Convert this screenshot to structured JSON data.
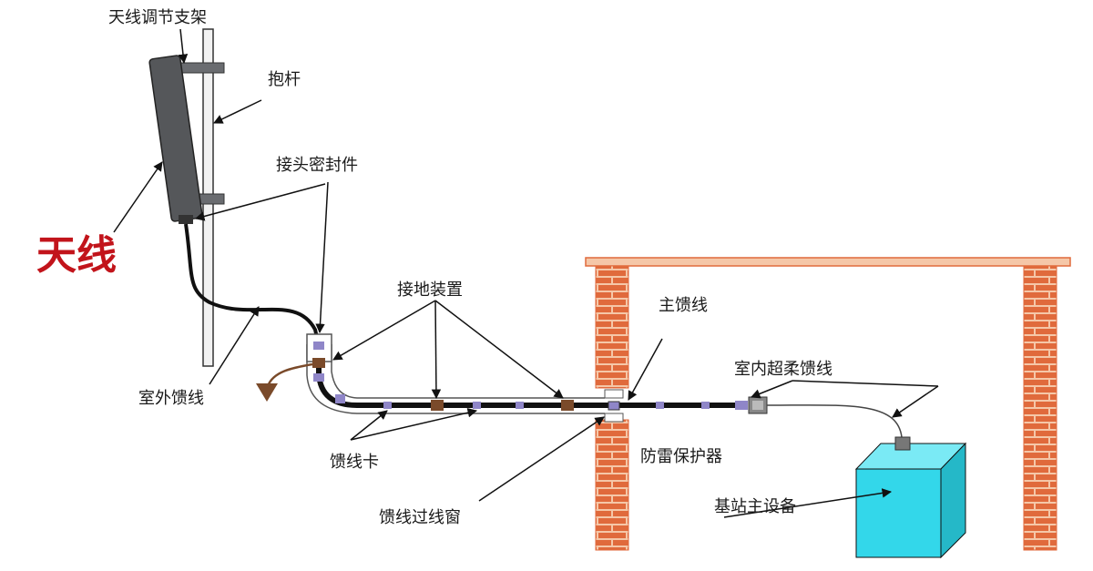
{
  "labels": {
    "antenna_bracket": "天线调节支架",
    "pole": "抱杆",
    "joint_seal": "接头密封件",
    "antenna": "天线",
    "grounding": "接地装置",
    "main_feeder": "主馈线",
    "indoor_jumper": "室内超柔馈线",
    "outdoor_feeder": "室外馈线",
    "feeder_clip": "馈线卡",
    "lightning_protector": "防雷保护器",
    "feeder_window": "馈线过线窗",
    "bts": "基站主设备"
  },
  "colors": {
    "antenna": "#55575a",
    "brick": "#e06a3c",
    "mortar": "#f5c7a8",
    "bts": "#33d7ea",
    "label_red": "#c2141b",
    "clip": "#8f86c8",
    "ground_kit": "#7a4a2a"
  }
}
